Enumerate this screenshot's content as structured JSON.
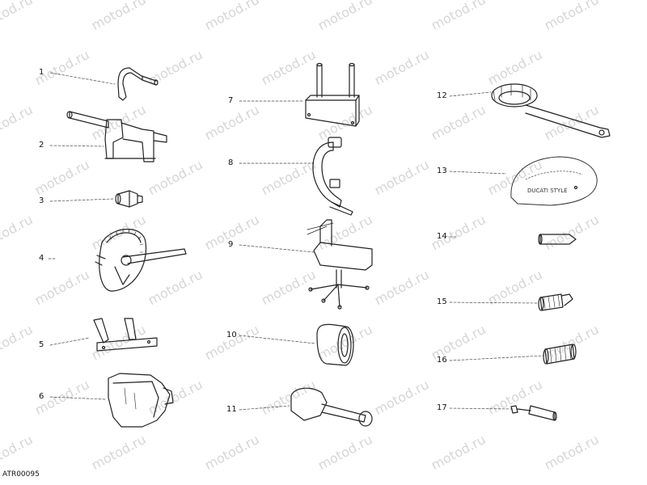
{
  "watermark": "motod.ru",
  "diagram_code": "ATR00095",
  "callouts": [
    "1",
    "2",
    "3",
    "4",
    "5",
    "6",
    "7",
    "8",
    "9",
    "10",
    "11",
    "12",
    "13",
    "14",
    "15",
    "16",
    "17"
  ],
  "tool13_text": "DUCATI STYLE"
}
